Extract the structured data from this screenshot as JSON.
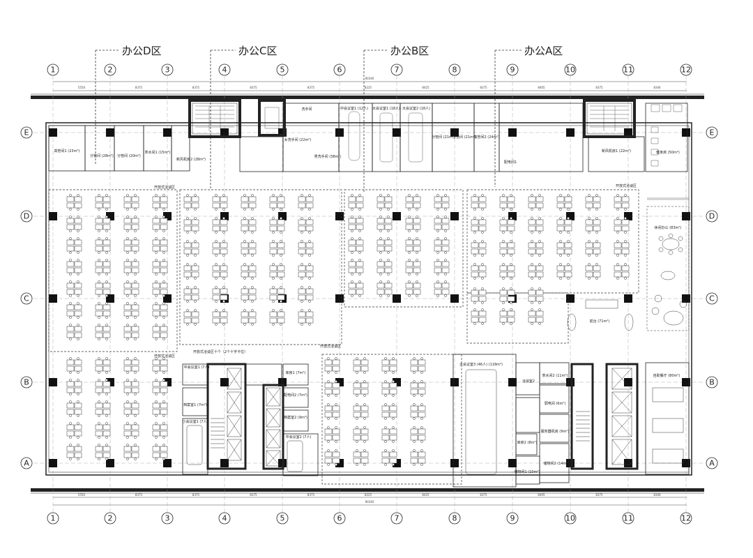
{
  "zones": [
    {
      "label": "办公D区"
    },
    {
      "label": "办公C区"
    },
    {
      "label": "办公B区"
    },
    {
      "label": "办公A区"
    }
  ],
  "grid_columns": [
    "1",
    "2",
    "3",
    "4",
    "5",
    "6",
    "7",
    "8",
    "9",
    "10",
    "11",
    "12"
  ],
  "grid_rows": [
    "E",
    "D",
    "C",
    "B",
    "A"
  ],
  "bay_dimensions": [
    "5550",
    "8375",
    "8375",
    "8375",
    "8375",
    "8225",
    "8425",
    "8375",
    "8405",
    "8375",
    "8340"
  ],
  "overall_dimension": "90340",
  "rooms": {
    "manager1": "高管间1 (23m²)",
    "split1": "分管间 (28m²)",
    "split2": "分管间 (20m²)",
    "tea1": "茶水间1 (15m²)",
    "fresh2": "新风机房2 (28m²)",
    "wash_c": "洗手间",
    "women": "女洗手间 (22m²)",
    "men": "男洗手间 (38m²)",
    "mid_meeting1": "中会议室1 (12人)",
    "big_meeting1": "大会议室1 (18人)",
    "big_meeting2": "大会议室2 (18人)",
    "split3": "分管间 (21m²)",
    "split4": "分管间 (21m²)",
    "manager2": "高管间2 (24m²)",
    "elec": "配电间1",
    "fresh1": "新风机房1 (22m²)",
    "fitness": "健身房 (50m²)",
    "relax": "休闲办公 (83m²)",
    "reception": "前台 (71m²)",
    "open_discuss1": "开放式洽谈区",
    "open_discuss2": "开放式洽谈区",
    "open_discuss3": "开放式洽谈区",
    "open_discuss4": "开放式洽谈区",
    "phone_booth": "中会议室1 (7人)",
    "archives1": "档案室1 (7m²)",
    "archives2": "档案室2 (9m²)",
    "small_meeting": "小会议室1 (7人)",
    "storage1": "库房1 (7m²)",
    "power2": "配电间2 (7m²)",
    "mid_meeting2": "中会议室2 (7人)",
    "big_meeting3": "大会议室3 (46人) (118m²)",
    "discuss2": "洽谈室2",
    "tea2": "茶水间2 (11m²)",
    "weak": "弱电间 (6m²)",
    "server": "服务器机房 (9m²)",
    "storage2": "库房2 (8m²)",
    "storage3": "储物间2 (14m²)",
    "storage4": "储物间1 (10m²)",
    "snack": "自助餐厅 (80m²)",
    "open_counter": "开放式洽谈区十个（2个十字卡位）"
  }
}
